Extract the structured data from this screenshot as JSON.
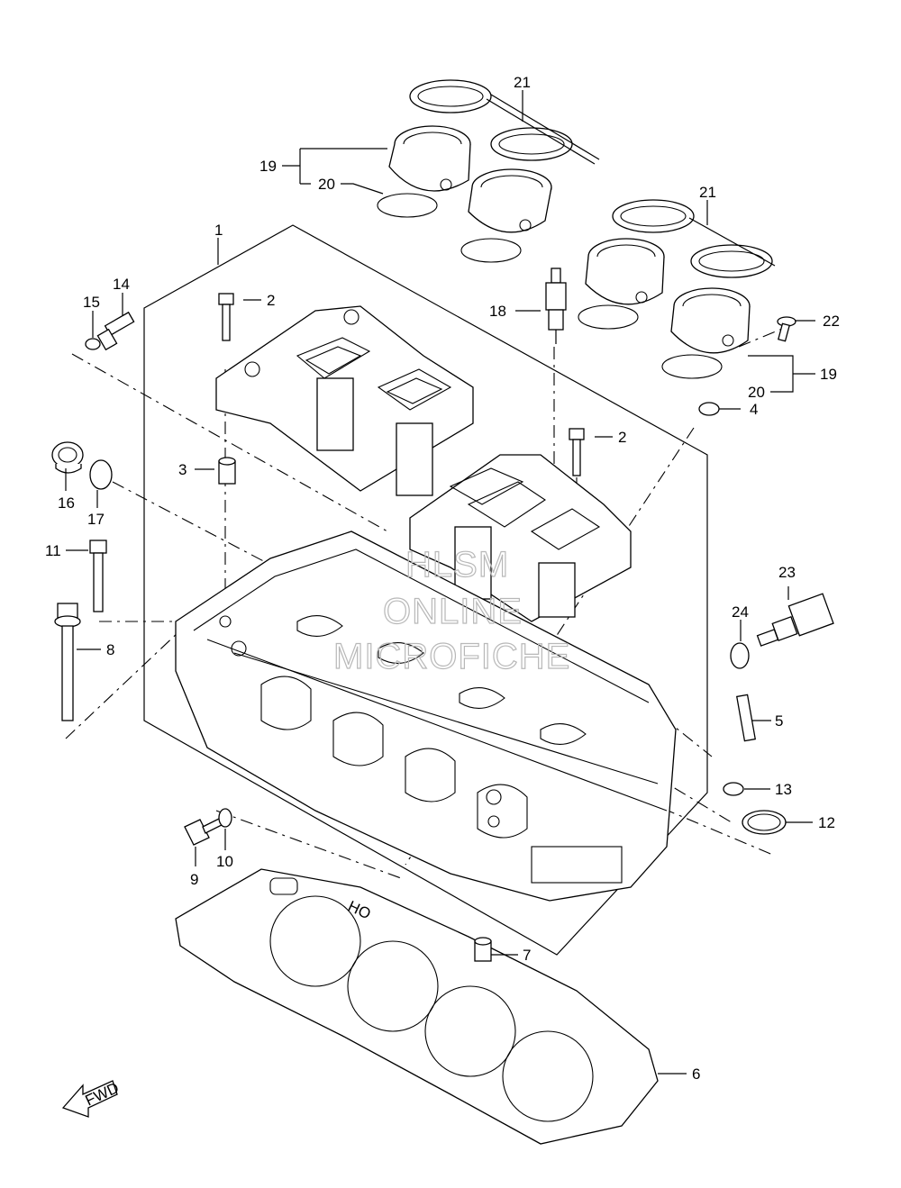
{
  "callouts": [
    "1",
    "2",
    "2",
    "3",
    "4",
    "5",
    "6",
    "7",
    "8",
    "9",
    "10",
    "11",
    "12",
    "13",
    "14",
    "15",
    "16",
    "17",
    "18",
    "19",
    "19",
    "20",
    "20",
    "21",
    "21",
    "22",
    "23",
    "24"
  ],
  "watermark": [
    "HLSM",
    "ONLINE",
    "MICROFICHE"
  ],
  "fwd_label": "FWD",
  "gasket_mark": "HO"
}
